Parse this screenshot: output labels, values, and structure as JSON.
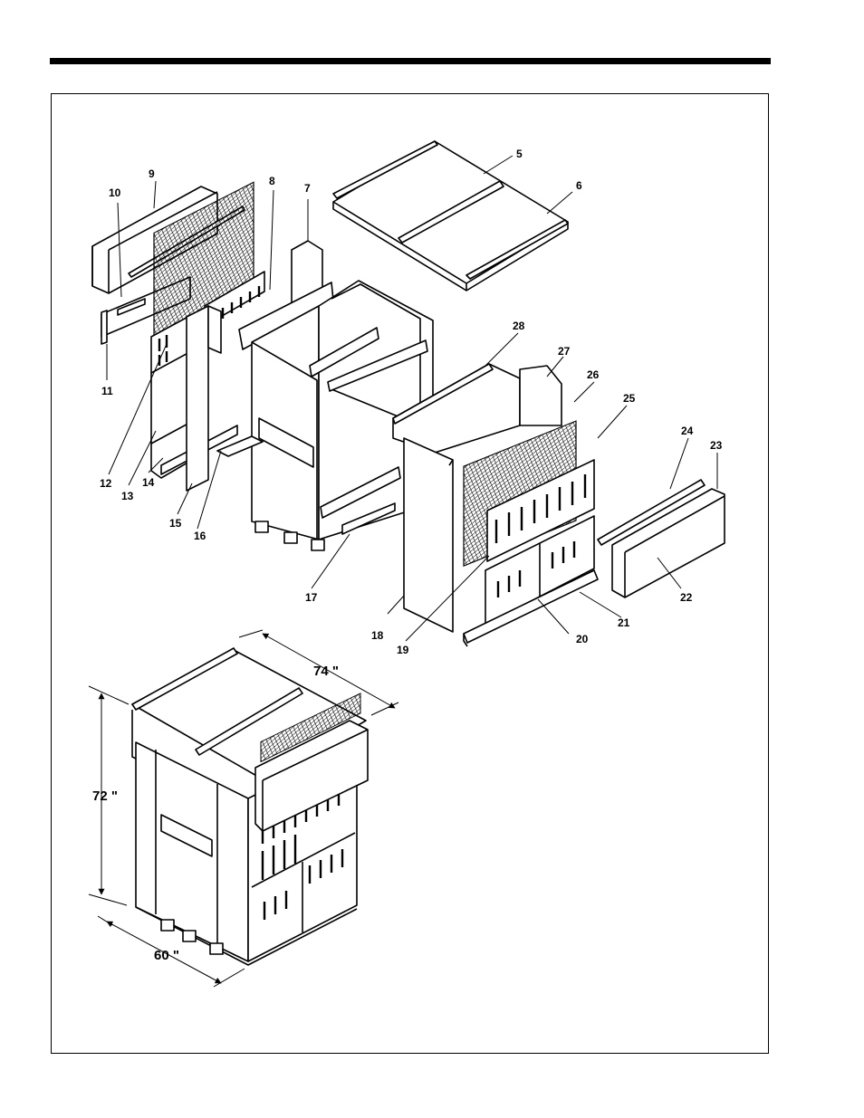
{
  "figure": {
    "callouts": [
      "5",
      "6",
      "7",
      "8",
      "9",
      "10",
      "11",
      "12",
      "13",
      "14",
      "15",
      "16",
      "17",
      "18",
      "19",
      "20",
      "21",
      "22",
      "23",
      "24",
      "25",
      "26",
      "27",
      "28"
    ],
    "dimensions": {
      "depth": "74 \"",
      "height": "72 \"",
      "width": "60 \""
    },
    "line_color": "#000000",
    "background": "#ffffff"
  }
}
